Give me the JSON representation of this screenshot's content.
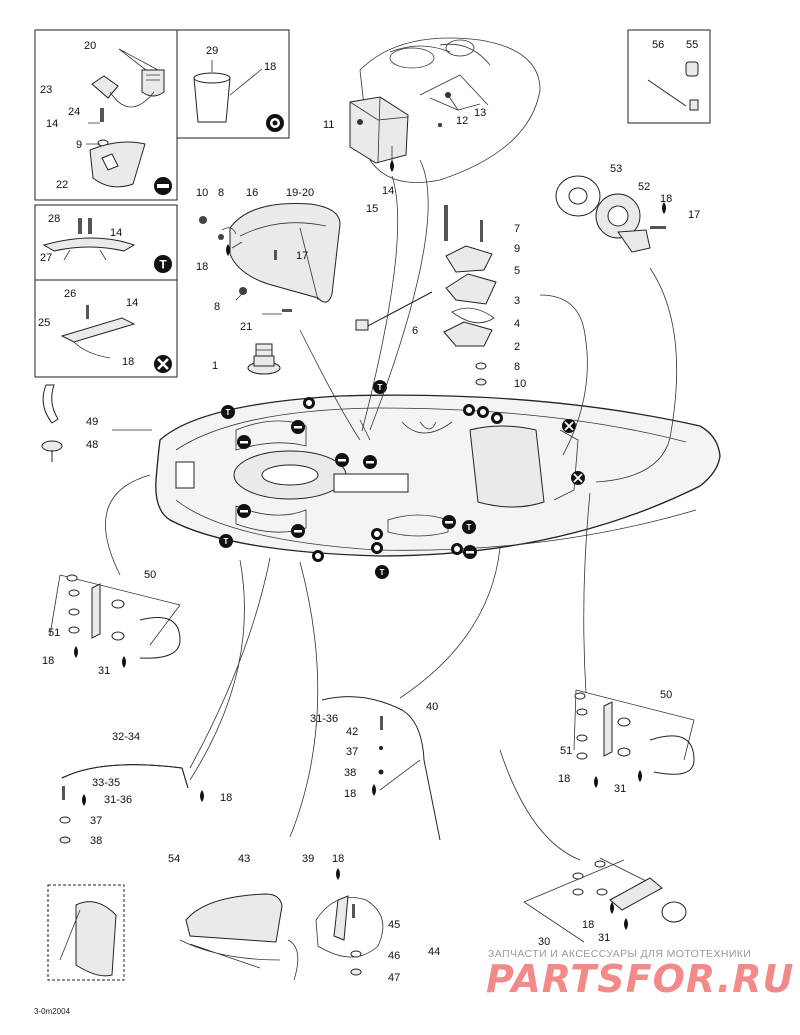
{
  "callouts": {
    "c20a": "20",
    "c23": "23",
    "c24": "24",
    "c14a": "14",
    "c9a": "9",
    "c22": "22",
    "c29": "29",
    "c18a": "18",
    "c11": "11",
    "c12": "12",
    "c13": "13",
    "c14b": "14",
    "c56": "56",
    "c55": "55",
    "c10a": "10",
    "c8a": "8",
    "c16": "16",
    "c1920": "19-20",
    "c15": "15",
    "c18b": "18",
    "c17a": "17",
    "c8b": "8",
    "c21": "21",
    "c28": "28",
    "c14c": "14",
    "c27": "27",
    "c26": "26",
    "c14d": "14",
    "c25": "25",
    "c18c": "18",
    "c1": "1",
    "c7": "7",
    "c9b": "9",
    "c5": "5",
    "c3": "3",
    "c4": "4",
    "c6": "6",
    "c2": "2",
    "c8c": "8",
    "c10b": "10",
    "c53": "53",
    "c52": "52",
    "c18d": "18",
    "c17b": "17",
    "c49": "49",
    "c48": "48",
    "c50a": "50",
    "c51a": "51",
    "c18e": "18",
    "c31a": "31",
    "c40": "40",
    "c3136a": "31-36",
    "c42": "42",
    "c37a": "37",
    "c38a": "38",
    "c18f": "18",
    "c3234": "32-34",
    "c3335": "33-35",
    "c3136b": "31-36",
    "c18g": "18",
    "c37b": "37",
    "c38b": "38",
    "c50b": "50",
    "c51b": "51",
    "c18h": "18",
    "c31b": "31",
    "c54": "54",
    "c43": "43",
    "c39": "39",
    "c18i": "18",
    "c45": "45",
    "c46": "46",
    "c44": "44",
    "c47": "47",
    "c30": "30",
    "c18j": "18",
    "c31c": "31"
  },
  "watermark": {
    "line1": "ЗАПЧАСТИ И АКСЕССУАРЫ ДЛЯ МОТОТЕХНИКИ",
    "line2": "PARTSFOR.RU"
  },
  "figure_code": "3-0m2004"
}
